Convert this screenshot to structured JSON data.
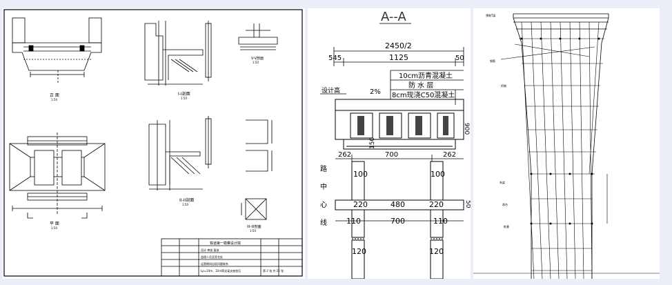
{
  "left_sheet": {
    "view_titles": [
      "正 面",
      "平 面",
      "I-I剖面",
      "II-II剖面",
      "V-V剖面",
      "III-III剖面"
    ],
    "scale_label": "1:50",
    "title_block": {
      "company": "铁道第一勘察设计院",
      "rows": [
        "设计 审核 复核",
        "监理人员及签名处",
        "运营期间出现问题联系",
        "Lp=24m、32m简支梁支座垫石"
      ],
      "sheet": "第 2 张 共 25 张"
    }
  },
  "middle_section": {
    "title": "A--A",
    "dims_top": {
      "total": "2450/2",
      "left": "545",
      "mid": "1125",
      "right": "50"
    },
    "layers": [
      "10cm沥青混凝土",
      "防 水 层",
      "8cm现浇C50混凝土"
    ],
    "design_height_label": "设计高",
    "slope_label": "2%",
    "side_dim": "900",
    "mid_dim_150": "150",
    "dims_row1": [
      "262",
      "700",
      "262"
    ],
    "dims_100": [
      "100",
      "100"
    ],
    "dims_row2": [
      "220",
      "480",
      "220"
    ],
    "dim_50": "50",
    "dims_110": [
      "110",
      "110"
    ],
    "dim_700b": "700",
    "dims_120": [
      "120",
      "120"
    ],
    "vertical_label": [
      "路",
      "中",
      "心",
      "线"
    ]
  },
  "right_drawing": {
    "labels": [
      "预制T梁",
      "钢筋",
      "桥墩",
      "系梁",
      "承台",
      "桩基"
    ]
  }
}
